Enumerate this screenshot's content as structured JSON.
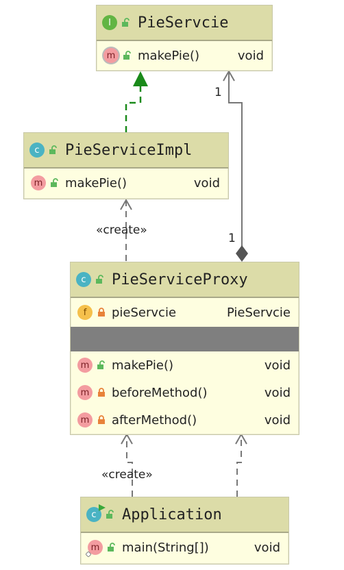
{
  "nodes": {
    "pie_service": {
      "title": "PieServcie",
      "kind_badge": "I",
      "methods": [
        {
          "badge": "m",
          "name": "makePie()",
          "type": "void"
        }
      ]
    },
    "pie_service_impl": {
      "title": "PieServiceImpl",
      "kind_badge": "c",
      "methods": [
        {
          "badge": "m",
          "name": "makePie()",
          "type": "void"
        }
      ]
    },
    "pie_service_proxy": {
      "title": "PieServiceProxy",
      "kind_badge": "c",
      "fields": [
        {
          "badge": "f",
          "name": "pieServcie",
          "type": "PieServcie"
        }
      ],
      "methods": [
        {
          "badge": "m",
          "name": "makePie()",
          "type": "void"
        },
        {
          "badge": "m",
          "name": "beforeMethod()",
          "type": "void"
        },
        {
          "badge": "m",
          "name": "afterMethod()",
          "type": "void"
        }
      ]
    },
    "application": {
      "title": "Application",
      "kind_badge": "c",
      "methods": [
        {
          "badge": "m",
          "name": "main(String[])",
          "type": "void"
        }
      ]
    }
  },
  "edges": {
    "create_label_1": "«create»",
    "create_label_2": "«create»",
    "multiplicity_top": "1",
    "multiplicity_bottom": "1"
  },
  "colors": {
    "node_fill": "#fefee0",
    "header_fill": "#dcdca8",
    "realization_arrow": "#1a8a1a",
    "dependency_line": "#777777",
    "association_line": "#777777"
  }
}
